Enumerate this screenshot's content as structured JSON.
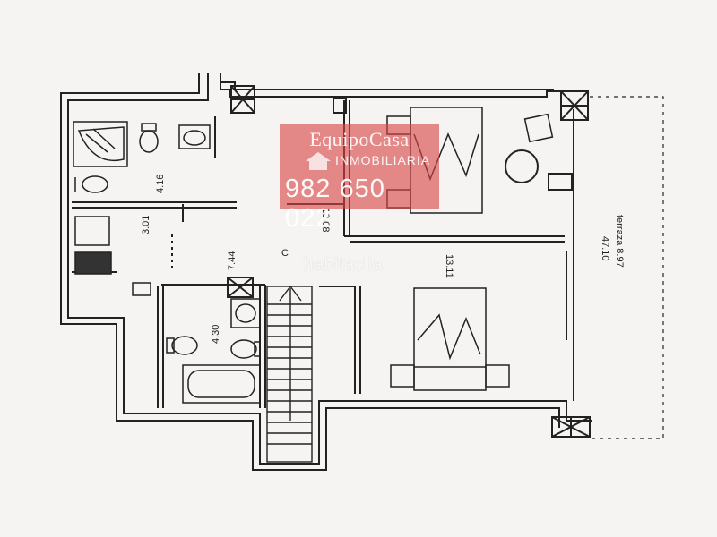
{
  "watermark": {
    "logo_text": "EquipoCasa",
    "subtitle": "INMOBILIARIA",
    "phone": "982 650 022",
    "brand_color": "#d64646"
  },
  "brand_watermark": "habitaclia",
  "floor_plan": {
    "room_labels": {
      "bathroom_1": "4.16",
      "bedroom_1": "13.08",
      "kitchen": "3.01",
      "hallway": "7.44",
      "bathroom_2": "4.30",
      "bedroom_2": "13.11",
      "living": "47.10",
      "terrace": "terraza  8.97",
      "center_mark": "C"
    }
  }
}
